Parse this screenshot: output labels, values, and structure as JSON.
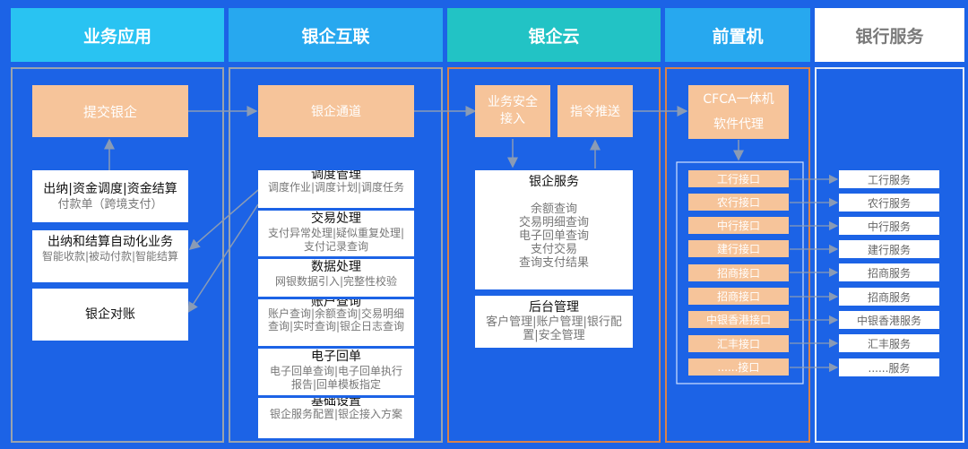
{
  "headers": {
    "business": "业务应用",
    "bank_enterprise": "银企互联",
    "cloud": "银企云",
    "front": "前置机",
    "bank_service": "银行服务"
  },
  "colors": {
    "background": "#1c63e6",
    "header_light_blue": "#29c3f2",
    "header_blue": "#27a8ef",
    "header_teal": "#22c3c5",
    "header_white": "#ffffff",
    "orange_box": "#f6c49a",
    "orange_border": "#d9824a"
  },
  "business": {
    "submit": "提交银企",
    "box1_title": "出纳|资金调度|资金结算",
    "box1_sub": "付款单（跨境支付）",
    "box2_title": "出纳和结算自动化业务",
    "box2_sub": "智能收款|被动付款|智能结算",
    "reconcile": "银企对账"
  },
  "channel": {
    "title": "银企通道",
    "modules": [
      {
        "title": "调度管理",
        "desc": "调度作业|调度计划|调度任务"
      },
      {
        "title": "交易处理",
        "desc": "支付异常处理|疑似重复处理|支付记录查询"
      },
      {
        "title": "数据处理",
        "desc": "网银数据引入|完整性校验"
      },
      {
        "title": "账户查询",
        "desc": "账户查询|余额查询|交易明细查询|实时查询|银企日志查询"
      },
      {
        "title": "电子回单",
        "desc": "电子回单查询|电子回单执行报告|回单模板指定"
      },
      {
        "title": "基础设置",
        "desc": "银企服务配置|银企接入方案"
      }
    ]
  },
  "cloud": {
    "secure_access": "业务安全接入",
    "command_push": "指令推送",
    "service_title": "银企服务",
    "service_items": [
      "余额查询",
      "交易明细查询",
      "电子回单查询",
      "支付交易",
      "查询支付结果"
    ],
    "backend_title": "后台管理",
    "backend_desc": "客户管理|账户管理|银行配置|安全管理"
  },
  "front": {
    "cfca": "CFCA一体机",
    "agent": "软件代理",
    "interfaces": [
      "工行接口",
      "农行接口",
      "中行接口",
      "建行接口",
      "招商接口",
      "招商接口",
      "中银香港接口",
      "汇丰接口",
      "......接口"
    ]
  },
  "banks": [
    "工行服务",
    "农行服务",
    "中行服务",
    "建行服务",
    "招商服务",
    "招商服务",
    "中银香港服务",
    "汇丰服务",
    "......服务"
  ]
}
